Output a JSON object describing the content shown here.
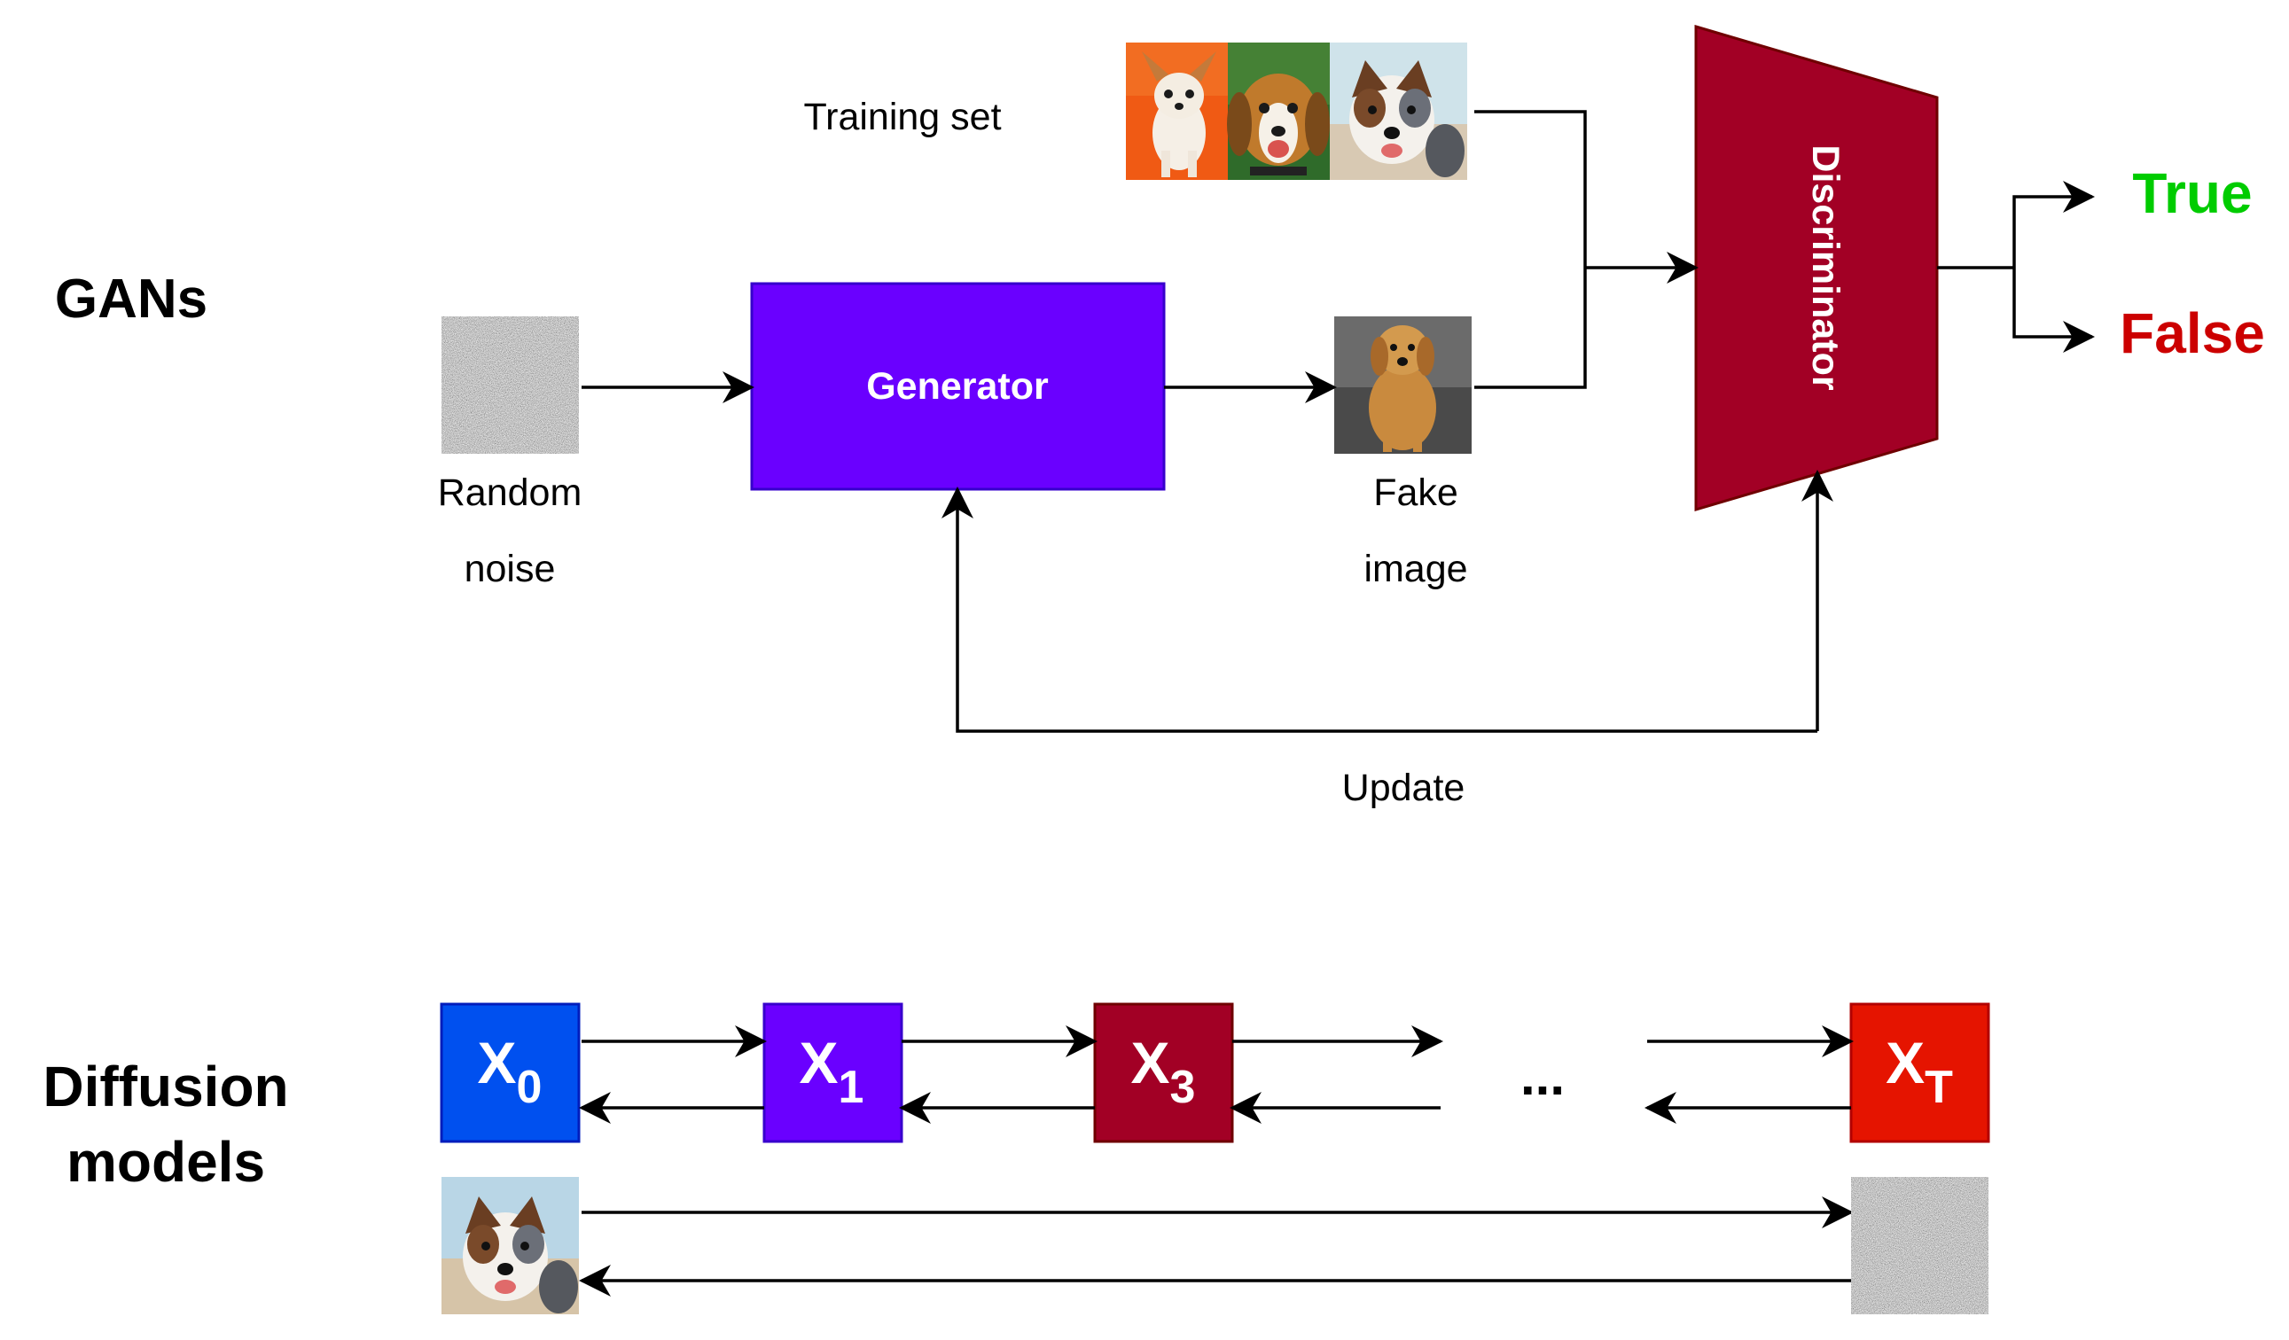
{
  "gans": {
    "section_label": "GANs",
    "training_set_label": "Training set",
    "generator_label": "Generator",
    "random_noise_label_line1": "Random",
    "random_noise_label_line2": "noise",
    "fake_image_label_line1": "Fake",
    "fake_image_label_line2": "image",
    "discriminator_label": "Discriminator",
    "update_label": "Update",
    "output_true_label": "True",
    "output_false_label": "False",
    "colors": {
      "generator": "#6a00ff",
      "discriminator": "#a20025",
      "true": "#00cc00",
      "false": "#cc0000"
    }
  },
  "diffusion": {
    "section_label_line1": "Diffusion",
    "section_label_line2": "models",
    "states": [
      {
        "base": "X",
        "sub": "0",
        "color": "#0050ef"
      },
      {
        "base": "X",
        "sub": "1",
        "color": "#6a00ff"
      },
      {
        "base": "X",
        "sub": "3",
        "color": "#a20025"
      },
      {
        "base": "X",
        "sub": "T",
        "color": "#e51400"
      }
    ],
    "ellipsis": "..."
  }
}
